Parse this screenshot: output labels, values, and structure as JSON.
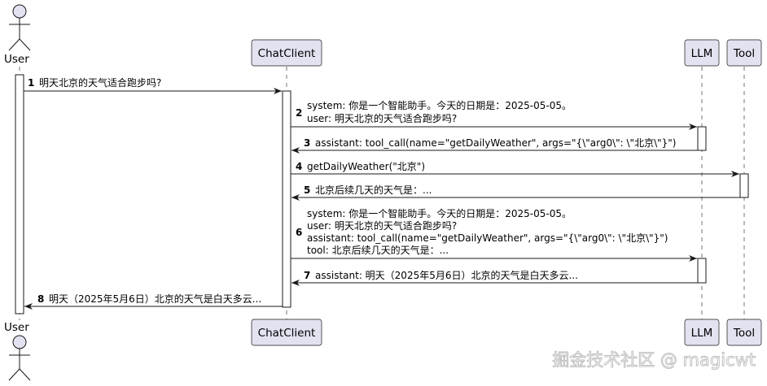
{
  "participants": {
    "user": "User",
    "chatclient": "ChatClient",
    "llm": "LLM",
    "tool": "Tool"
  },
  "messages": [
    {
      "num": "1",
      "lines": [
        "明天北京的天气适合跑步吗?"
      ]
    },
    {
      "num": "2",
      "lines": [
        "system: 你是一个智能助手。今天的日期是：2025-05-05。",
        "user: 明天北京的天气适合跑步吗?"
      ]
    },
    {
      "num": "3",
      "lines": [
        "assistant: tool_call(name=\"getDailyWeather\", args=\"{\\\"arg0\\\": \\\"北京\\\"}\")"
      ]
    },
    {
      "num": "4",
      "lines": [
        "getDailyWeather(\"北京\")"
      ]
    },
    {
      "num": "5",
      "lines": [
        "北京后续几天的天气是：..."
      ]
    },
    {
      "num": "6",
      "lines": [
        "system: 你是一个智能助手。今天的日期是：2025-05-05。",
        "user: 明天北京的天气适合跑步吗?",
        "assistant: tool_call(name=\"getDailyWeather\", args=\"{\\\"arg0\\\": \\\"北京\\\"}\")",
        "tool: 北京后续几天的天气是：..."
      ]
    },
    {
      "num": "7",
      "lines": [
        "assistant: 明天（2025年5月6日）北京的天气是白天多云..."
      ]
    },
    {
      "num": "8",
      "lines": [
        "明天（2025年5月6日）北京的天气是白天多云..."
      ]
    }
  ],
  "watermark": "掘金技术社区 @ magicwt",
  "colors": {
    "participant_fill": "#E2E2F0",
    "participant_border": "#181818",
    "lifeline": "#181818",
    "activation_fill": "#FFFFFF"
  }
}
